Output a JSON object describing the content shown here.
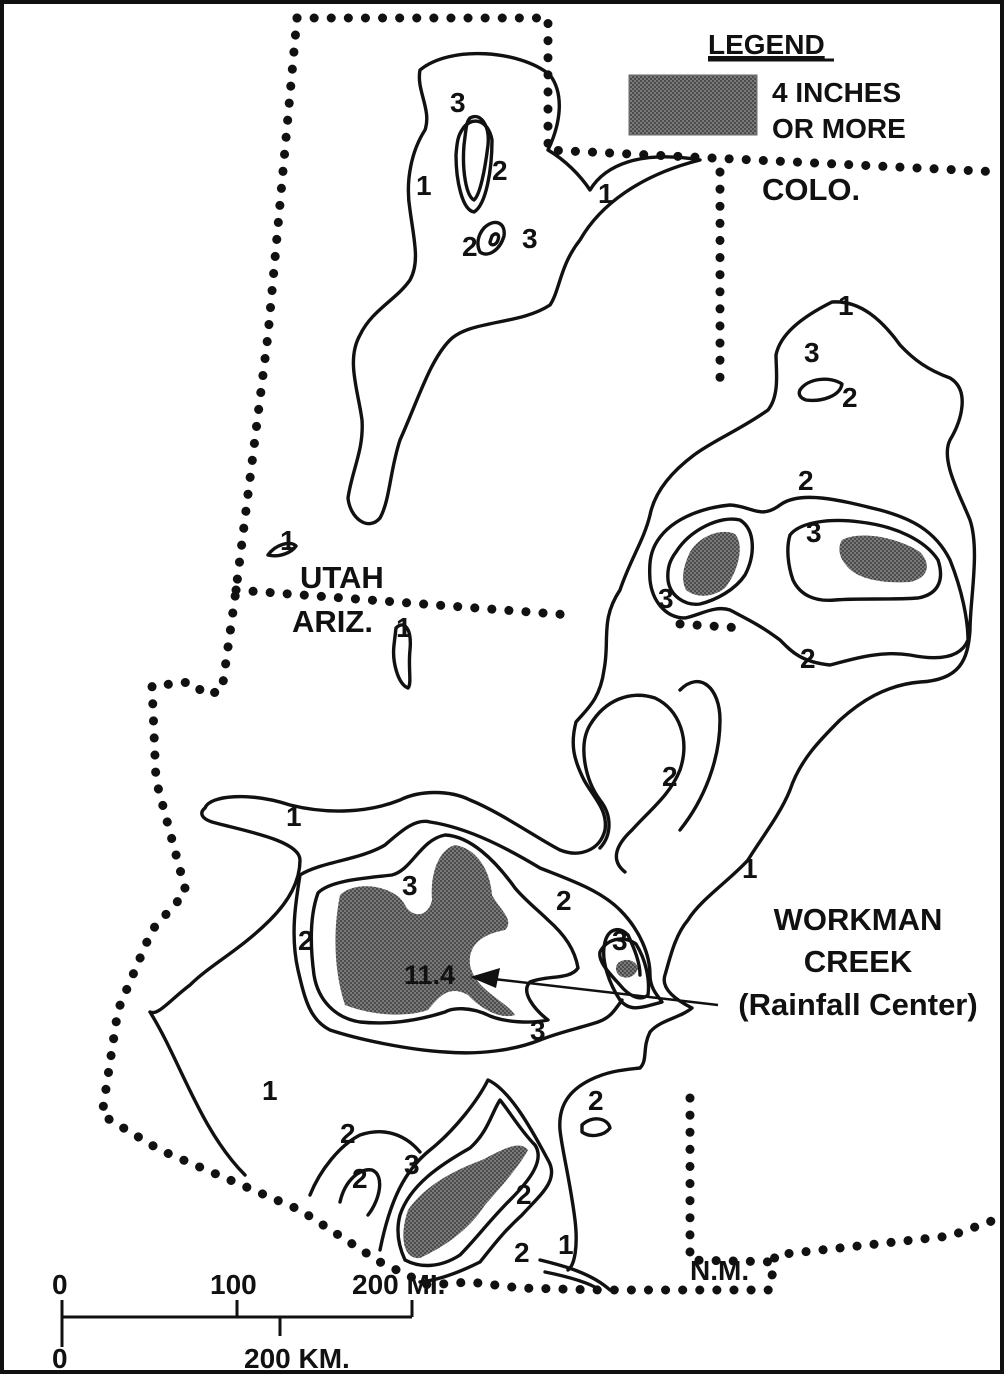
{
  "legend": {
    "title": "LEGEND",
    "swatch_label_line1": "4 INCHES",
    "swatch_label_line2": "OR MORE",
    "swatch_color": "#6a6a6a"
  },
  "states": {
    "colorado": "COLO.",
    "utah": "UTAH",
    "arizona": "ARIZ.",
    "new_mexico": "N.M."
  },
  "rainfall_center": {
    "name_line1": "WORKMAN",
    "name_line2": "CREEK",
    "name_line3": "(Rainfall Center)",
    "value": "11.4"
  },
  "isohyet_labels": {
    "one": "1",
    "two": "2",
    "three": "3"
  },
  "scale": {
    "miles": {
      "ticks": [
        "0",
        "100",
        "200 MI."
      ]
    },
    "kilometers": {
      "ticks": [
        "0",
        "200 KM."
      ]
    }
  }
}
